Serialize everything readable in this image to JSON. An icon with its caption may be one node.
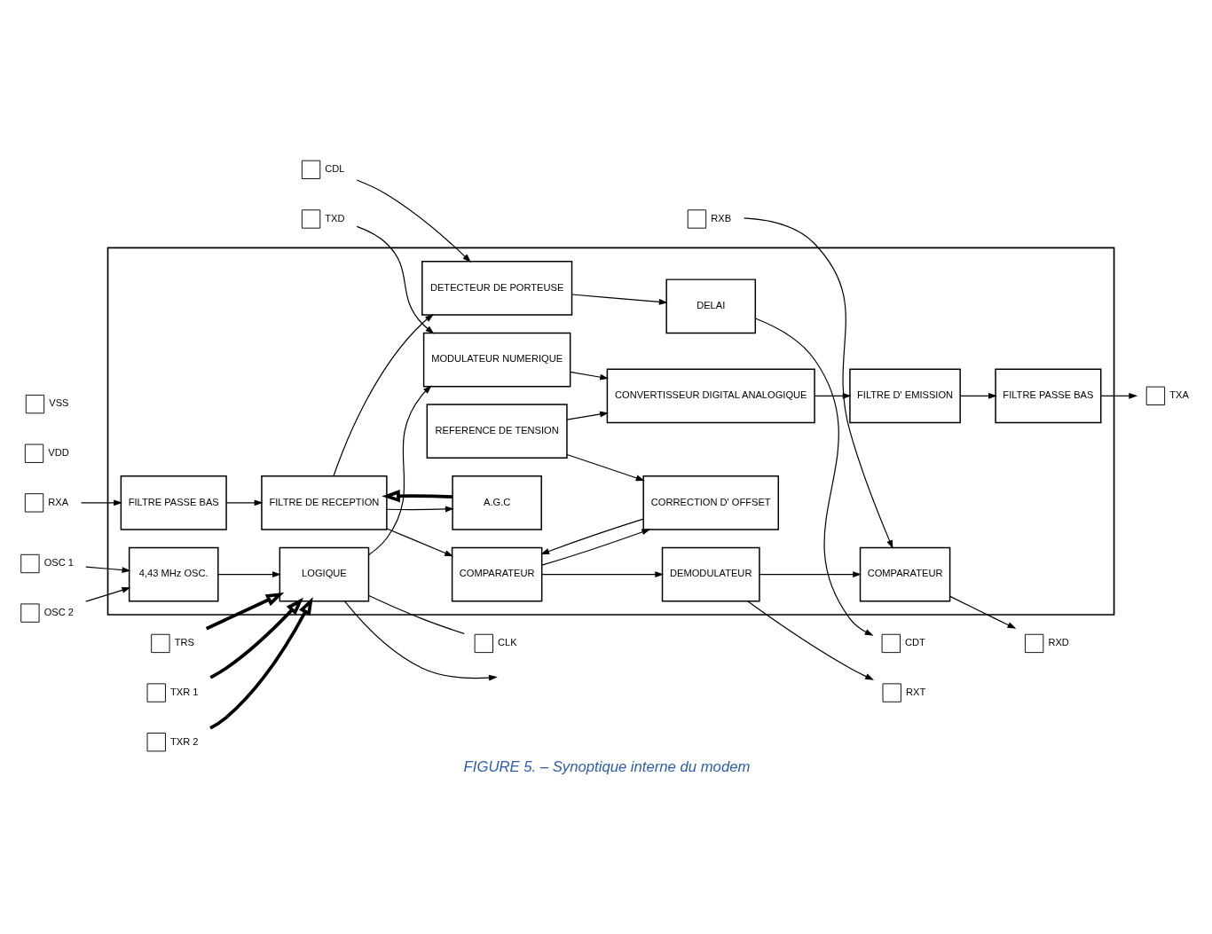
{
  "diagram": {
    "caption": "FIGURE 5. – Synoptique interne du modem",
    "nodes": [
      {
        "text": [],
        "shape": "box"
      },
      {
        "text": [],
        "shape": "box",
        "beside": [
          "RXT"
        ]
      },
      {
        "text": [],
        "shape": "box",
        "beside": [
          "RXA"
        ]
      },
      {
        "text": [
          "FILTRE PASSE BAS"
        ],
        "in": 0
      },
      {
        "text": [
          "FILTRE DE RECEPTION"
        ],
        "in": 0
      },
      {
        "text": [
          "COMPARATEUR"
        ],
        "in": 0
      },
      {
        "text": [
          "DEMODULATEUR"
        ],
        "in": 0
      },
      {
        "text": [
          "COMPARATEUR"
        ],
        "in": 0
      },
      {
        "text": [],
        "shape": "box",
        "beside": [
          "RXD"
        ]
      },
      {
        "text": [],
        "shape": "box",
        "beside": [
          "RXB"
        ]
      },
      {
        "text": [
          "CORRECTION D' OFFSET"
        ],
        "in": 0
      },
      {
        "text": [
          "A.G.C"
        ],
        "in": 0
      },
      {
        "text": [],
        "shape": "box",
        "beside": [
          "TXR 1"
        ]
      },
      {
        "text": [],
        "shape": "box",
        "beside": [
          "TXR 2"
        ]
      },
      {
        "text": [],
        "shape": "box",
        "beside": [
          "TRS"
        ]
      },
      {
        "text": [],
        "shape": "box",
        "beside": [
          "VDD"
        ]
      },
      {
        "text": [],
        "shape": "box",
        "beside": [
          "VSS"
        ]
      },
      {
        "text": [
          "DELAI"
        ],
        "in": 0
      },
      {
        "text": [
          "DETECTEUR DE PORTEUSE"
        ],
        "in": 0
      },
      {
        "text": [
          "REFERENCE DE TENSION"
        ],
        "in": 0
      },
      {
        "text": [
          "LOGIQUE"
        ],
        "in": 0
      },
      {
        "text": [
          "4,43 MHz OSC."
        ],
        "in": 0
      },
      {
        "text": [],
        "shape": "box",
        "beside": [
          "OSC 1"
        ]
      },
      {
        "text": [],
        "shape": "box",
        "beside": [
          "OSC 2"
        ]
      },
      {
        "text": [],
        "shape": "box",
        "beside": [
          "CDT"
        ]
      },
      {
        "text": [],
        "shape": "box",
        "beside": [
          "CLK"
        ]
      },
      {
        "text": [
          "FILTRE PASSE BAS"
        ],
        "in": 0
      },
      {
        "text": [
          "FILTRE D' EMISSION"
        ],
        "in": 0
      },
      {
        "text": [
          "CONVERTISSEUR DIGITAL ANALOGIQUE"
        ],
        "in": 0
      },
      {
        "text": [
          "MODULATEUR NUMERIQUE"
        ],
        "in": 0
      },
      {
        "text": [],
        "shape": "box",
        "beside": [
          "TXA"
        ]
      },
      {
        "text": [],
        "shape": "box",
        "beside": [
          "TXD"
        ]
      },
      {
        "text": [],
        "shape": "box",
        "beside": [
          "CDL"
        ]
      }
    ],
    "edges": [
      {
        "from": 2,
        "to": 3,
        "arrow": "to"
      },
      {
        "from": 3,
        "to": 4,
        "arrow": "to"
      },
      {
        "from": 4,
        "to": 5,
        "arrow": "to"
      },
      {
        "from": 4,
        "to": 11,
        "arrow": "to"
      },
      {
        "from": 4,
        "to": 18,
        "arrow": "to"
      },
      {
        "from": 5,
        "to": 6,
        "arrow": "to"
      },
      {
        "from": 5,
        "to": 10,
        "arrow": "to"
      },
      {
        "from": 10,
        "to": 5,
        "arrow": "to"
      },
      {
        "from": 6,
        "to": 1,
        "arrow": "to"
      },
      {
        "from": 6,
        "to": 7,
        "arrow": "to"
      },
      {
        "from": 7,
        "to": 8,
        "arrow": "to"
      },
      {
        "from": 9,
        "to": 7,
        "arrow": "to"
      },
      {
        "from": 11,
        "to": 4,
        "arrow": "to",
        "style": "thick"
      },
      {
        "from": 12,
        "to": 20,
        "arrow": "to",
        "style": "thick"
      },
      {
        "from": 13,
        "to": 20,
        "arrow": "to",
        "style": "thick"
      },
      {
        "from": 14,
        "to": 20,
        "arrow": "to",
        "style": "thick"
      },
      {
        "from": 18,
        "to": 17,
        "arrow": "to"
      },
      {
        "from": 17,
        "to": 24,
        "arrow": "to"
      },
      {
        "from": 19,
        "to": 10,
        "arrow": "to"
      },
      {
        "from": 19,
        "to": 28,
        "arrow": "to"
      },
      {
        "from": 20,
        "to": null,
        "arrow": "to"
      },
      {
        "from": 20,
        "to": 29,
        "arrow": "to"
      },
      {
        "from": 21,
        "to": 20,
        "arrow": "to"
      },
      {
        "from": 22,
        "to": 21,
        "arrow": "to"
      },
      {
        "from": 23,
        "to": 21,
        "arrow": "to"
      },
      {
        "from": 20,
        "to": 25,
        "arrow": "none"
      },
      {
        "from": 32,
        "to": 18,
        "arrow": "to"
      },
      {
        "from": 29,
        "to": 28,
        "arrow": "to"
      },
      {
        "from": 28,
        "to": 27,
        "arrow": "to"
      },
      {
        "from": 27,
        "to": 26,
        "arrow": "to"
      },
      {
        "from": 26,
        "to": 30,
        "arrow": "to"
      },
      {
        "from": 31,
        "to": 29,
        "arrow": "to"
      }
    ]
  }
}
